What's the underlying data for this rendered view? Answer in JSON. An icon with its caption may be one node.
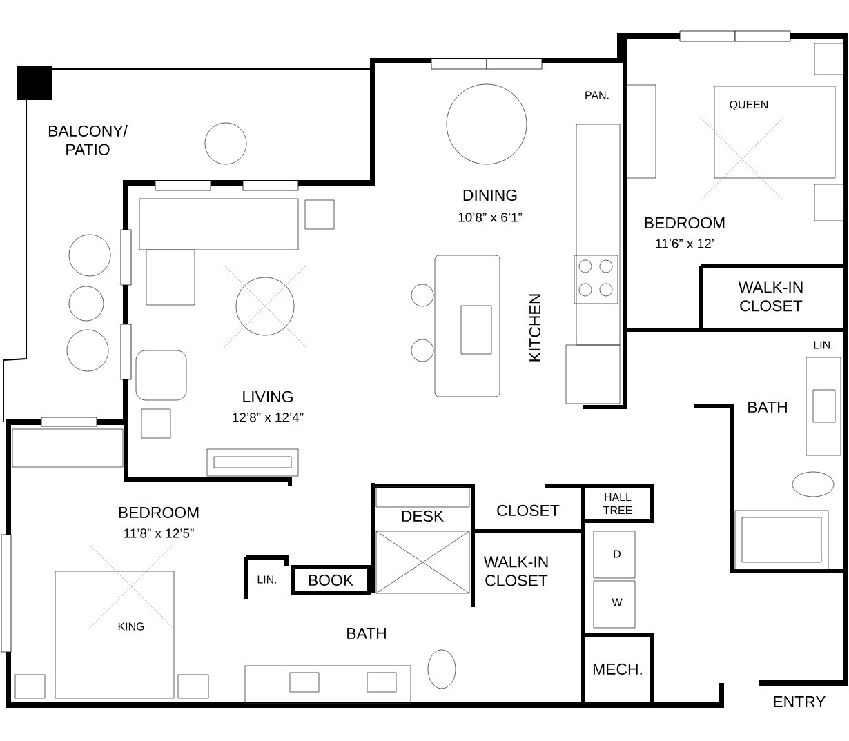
{
  "diagram": {
    "labels": [
      "BALCONY/ PATIO",
      "DINING",
      "10’8” x 6’1”",
      "PAN.",
      "QUEEN",
      "BEDROOM",
      "11’6” x 12’",
      "WALK-IN CLOSET",
      "LIN.",
      "KITCHEN",
      "LIVING",
      "12’8” x 12’4”",
      "BATH",
      "BEDROOM",
      "11’8” x 12’5”",
      "DESK",
      "CLOSET",
      "HALL TREE",
      "D",
      "W",
      "WALK-IN CLOSET",
      "LIN.",
      "BOOK",
      "KING",
      "BATH",
      "MECH.",
      "ENTRY"
    ]
  }
}
